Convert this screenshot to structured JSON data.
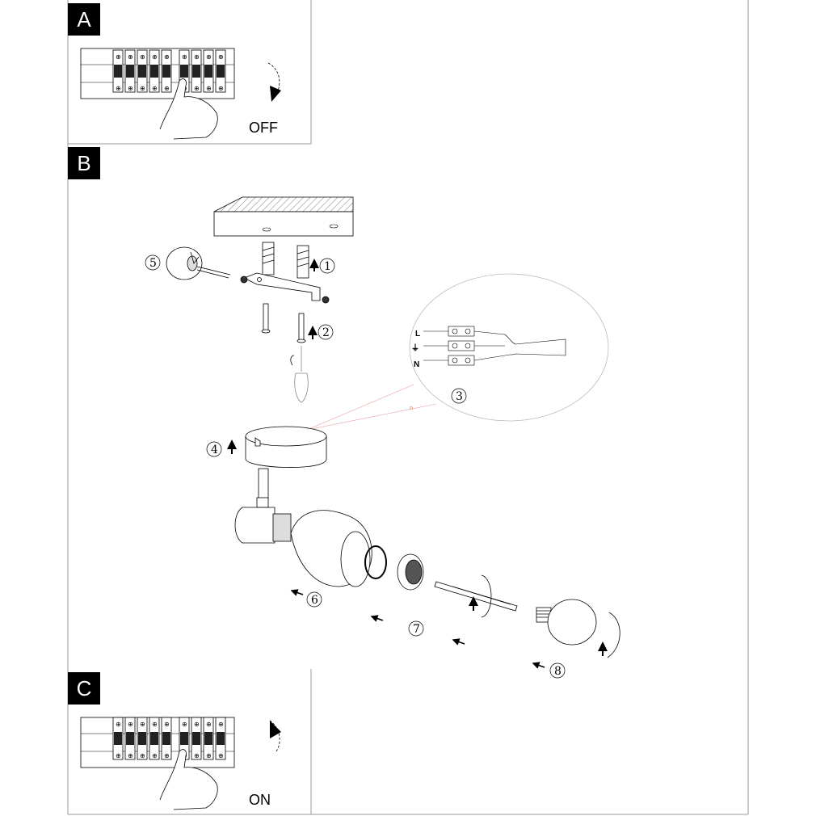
{
  "panels": [
    {
      "tag": "A",
      "state_label": "OFF"
    },
    {
      "tag": "B"
    },
    {
      "tag": "C",
      "state_label": "ON"
    }
  ],
  "steps": [
    "1",
    "2",
    "3",
    "4",
    "5",
    "6",
    "7",
    "8"
  ],
  "wiring": {
    "terminals": [
      "L",
      "N"
    ],
    "ground_symbol": "⏚"
  },
  "small_mark": "n",
  "colors": {
    "line": "#000000",
    "frame": "#9a9a9a",
    "callout": "#e8a0a0"
  }
}
